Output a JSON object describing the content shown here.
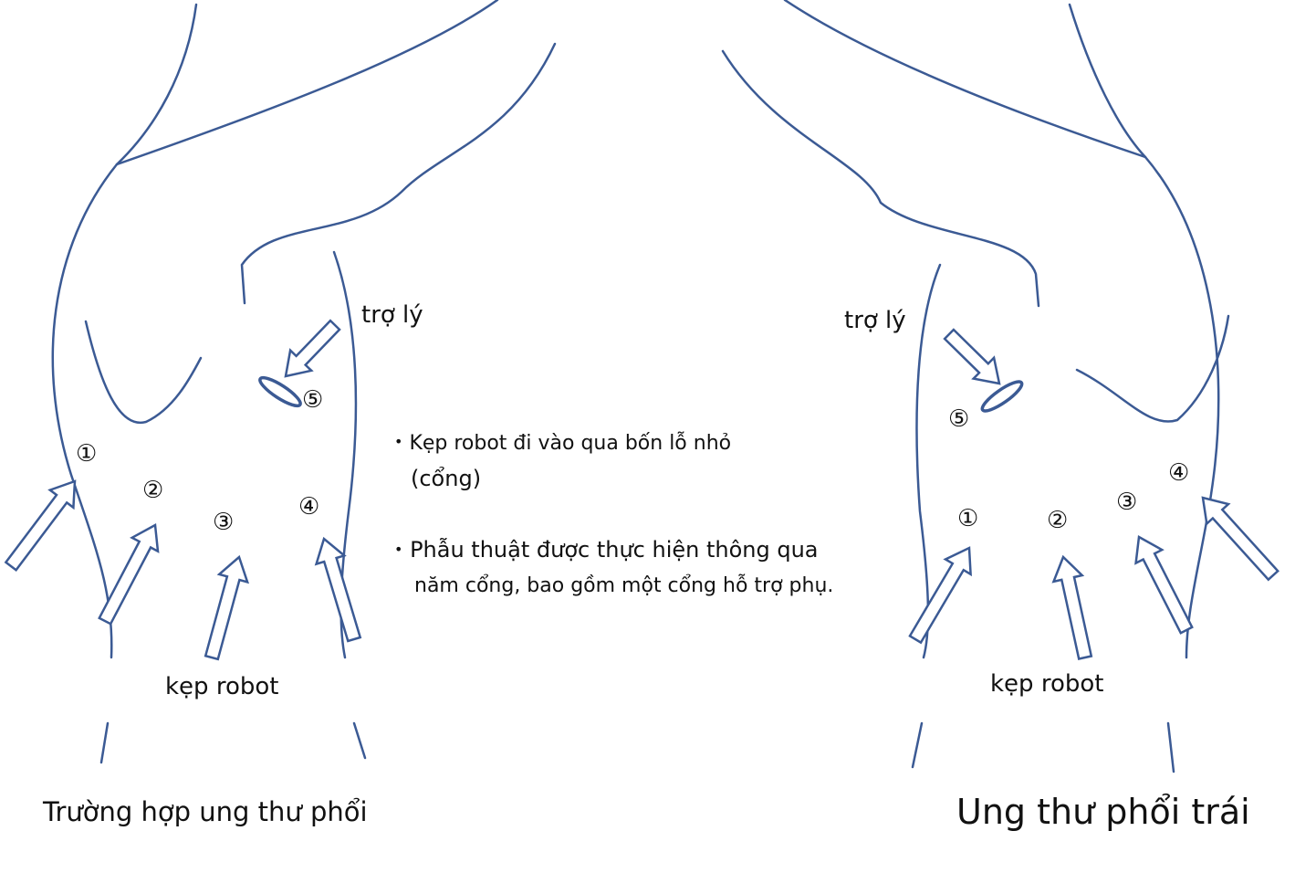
{
  "colors": {
    "outline": "#3b5a94",
    "text": "#111111"
  },
  "left_figure": {
    "caption": "Trường hợp ung thư phổi",
    "assistant_label": "trợ lý",
    "robot_label": "kẹp robot",
    "ports": [
      "①",
      "②",
      "③",
      "④",
      "⑤"
    ]
  },
  "right_figure": {
    "caption": "Ung thư phổi trái",
    "assistant_label": "trợ lý",
    "robot_label": "kẹp robot",
    "ports": [
      "①",
      "②",
      "③",
      "④",
      "⑤"
    ]
  },
  "notes": [
    {
      "bullet": "•",
      "line1": "Kẹp robot đi vào qua bốn lỗ nhỏ",
      "line2": "(cổng)"
    },
    {
      "bullet": "•",
      "line1": "Phẫu thuật được thực hiện thông qua",
      "line2": "năm cổng, bao gồm một cổng hỗ trợ phụ."
    }
  ]
}
